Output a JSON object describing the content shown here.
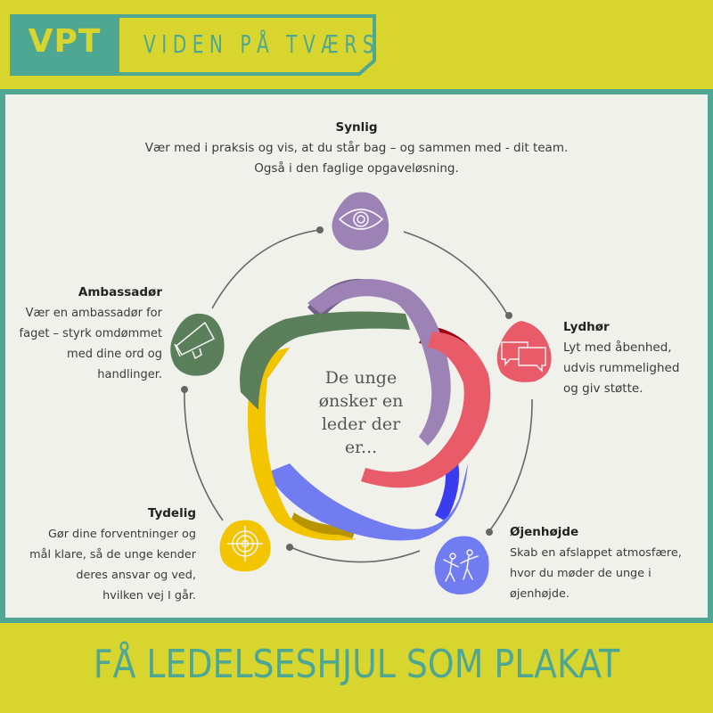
{
  "logo": {
    "abbr": "VPT",
    "name": "VIDEN PÅ TVÆRS"
  },
  "wheel": {
    "center_text_lines": [
      "De unge",
      "ønsker en",
      "leder der er..."
    ],
    "items": [
      {
        "title": "Synlig",
        "lines": [
          "Vær med i praksis og vis, at du står bag – og sammen med - dit team.",
          "Også i den faglige opgaveløsning."
        ],
        "icon": "eye-icon",
        "color": "#9d83b5"
      },
      {
        "title": "Lydhør",
        "lines": [
          "Lyt med åbenhed,",
          "udvis rummelighed",
          "og giv støtte."
        ],
        "icon": "chat-bubbles-icon",
        "color": "#ea5b69"
      },
      {
        "title": "Øjenhøjde",
        "lines": [
          "Skab en afslappet  atmosfære,",
          "hvor du møder de unge i",
          "øjenhøjde."
        ],
        "icon": "dancing-people-icon",
        "color": "#717cf0"
      },
      {
        "title": "Tydelig",
        "lines": [
          "Gør dine forventninger og",
          "mål klare, så de unge kender",
          "deres ansvar og  ved,",
          "hvilken vej I går."
        ],
        "icon": "target-icon",
        "color": "#f2c500"
      },
      {
        "title": "Ambassadør",
        "lines": [
          "Vær en ambassadør for",
          "faget – styrk omdømmet",
          "med dine ord og",
          "handlinger."
        ],
        "icon": "megaphone-icon",
        "color": "#5a7f5a"
      }
    ]
  },
  "footer": {
    "cta": "FÅ LEDELSESHJUL SOM PLAKAT"
  },
  "colors": {
    "background": "#d8d52f",
    "teal": "#4ea792",
    "panel": "#f1f1ec"
  }
}
